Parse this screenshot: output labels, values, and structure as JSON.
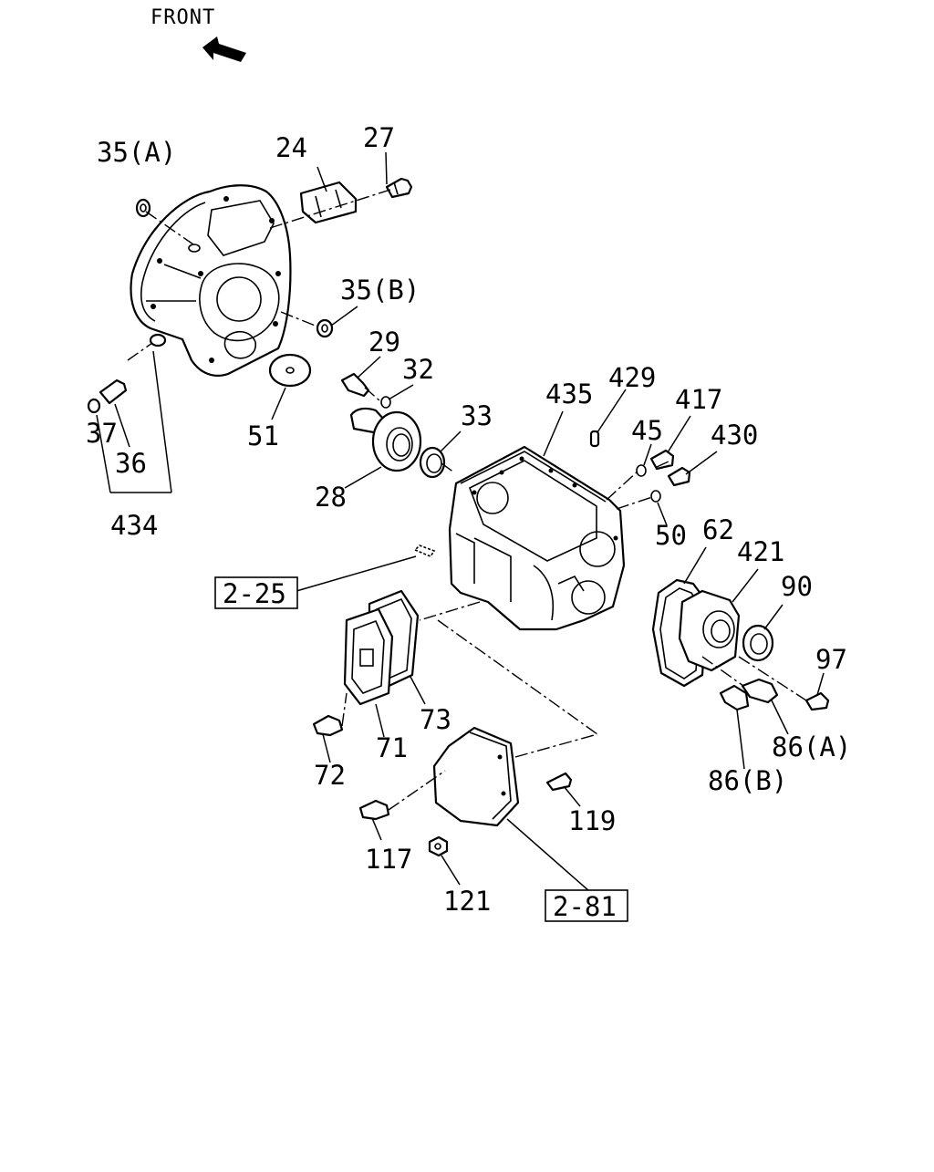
{
  "front_label": "FRONT",
  "callouts": {
    "c35a": "35(A)",
    "c24": "24",
    "c27": "27",
    "c35b": "35(B)",
    "c29": "29",
    "c32": "32",
    "c51": "51",
    "c37": "37",
    "c36": "36",
    "c434": "434",
    "c33": "33",
    "c28": "28",
    "c435": "435",
    "c429": "429",
    "c45": "45",
    "c417": "417",
    "c430": "430",
    "c50": "50",
    "c62": "62",
    "c421": "421",
    "c90": "90",
    "c97": "97",
    "c86a": "86(A)",
    "c86b": "86(B)",
    "c73": "73",
    "c71": "71",
    "c72": "72",
    "c117": "117",
    "c119": "119",
    "c121": "121"
  },
  "references": {
    "ref_2_25": "2-25",
    "ref_2_81": "2-81"
  }
}
